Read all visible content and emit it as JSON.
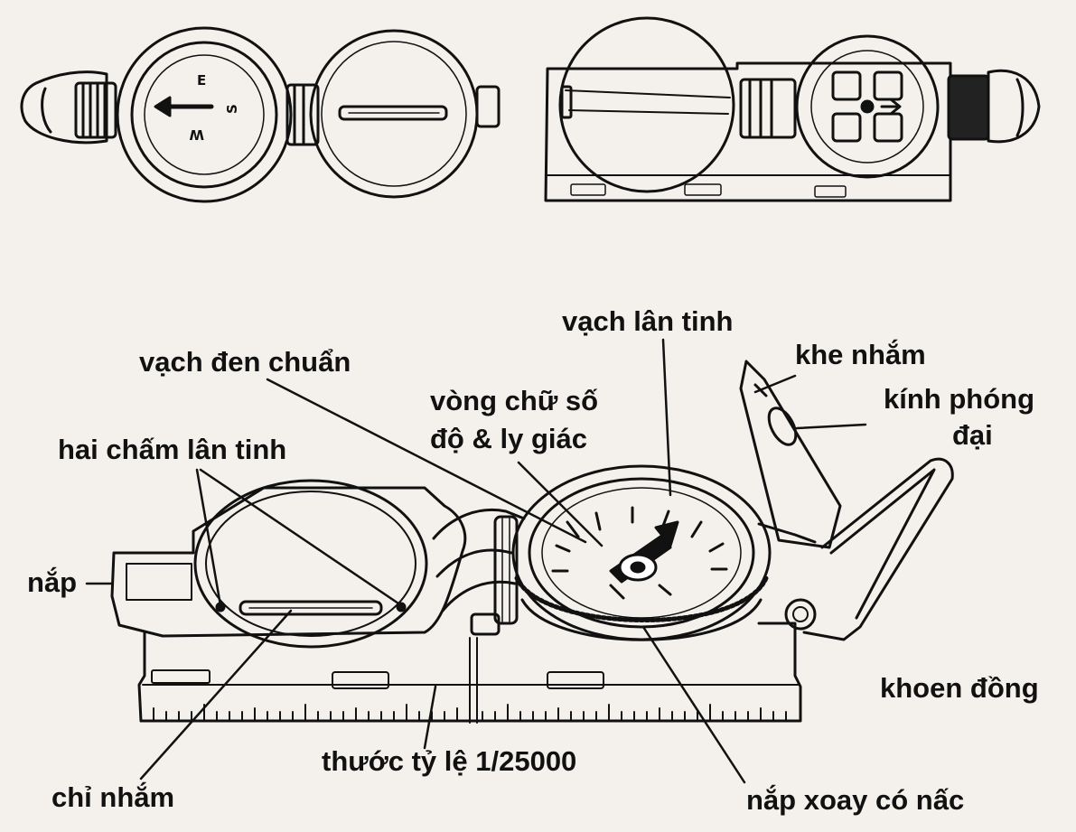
{
  "dial_letters": {
    "east": "E",
    "south": "S",
    "west": "W"
  },
  "labels": {
    "vach_lan_tinh": "vạch lân tinh",
    "khe_nham": "khe nhắm",
    "vach_den_chuan": "vạch đen chuẩn",
    "kinh_phong_dai_line1": "kính phóng",
    "kinh_phong_dai_line2": "đại",
    "vong_chu_so_line1": "vòng chữ số",
    "vong_chu_so_line2": "độ & ly giác",
    "hai_cham_lan_tinh": "hai chấm lân tinh",
    "nap": "nắp",
    "khoen_dong": "khoen đồng",
    "thuoc_ty_le": "thước tỷ lệ 1/25000",
    "chi_nham": "chỉ nhắm",
    "nap_xoay_co_nac": "nắp xoay có nấc"
  }
}
